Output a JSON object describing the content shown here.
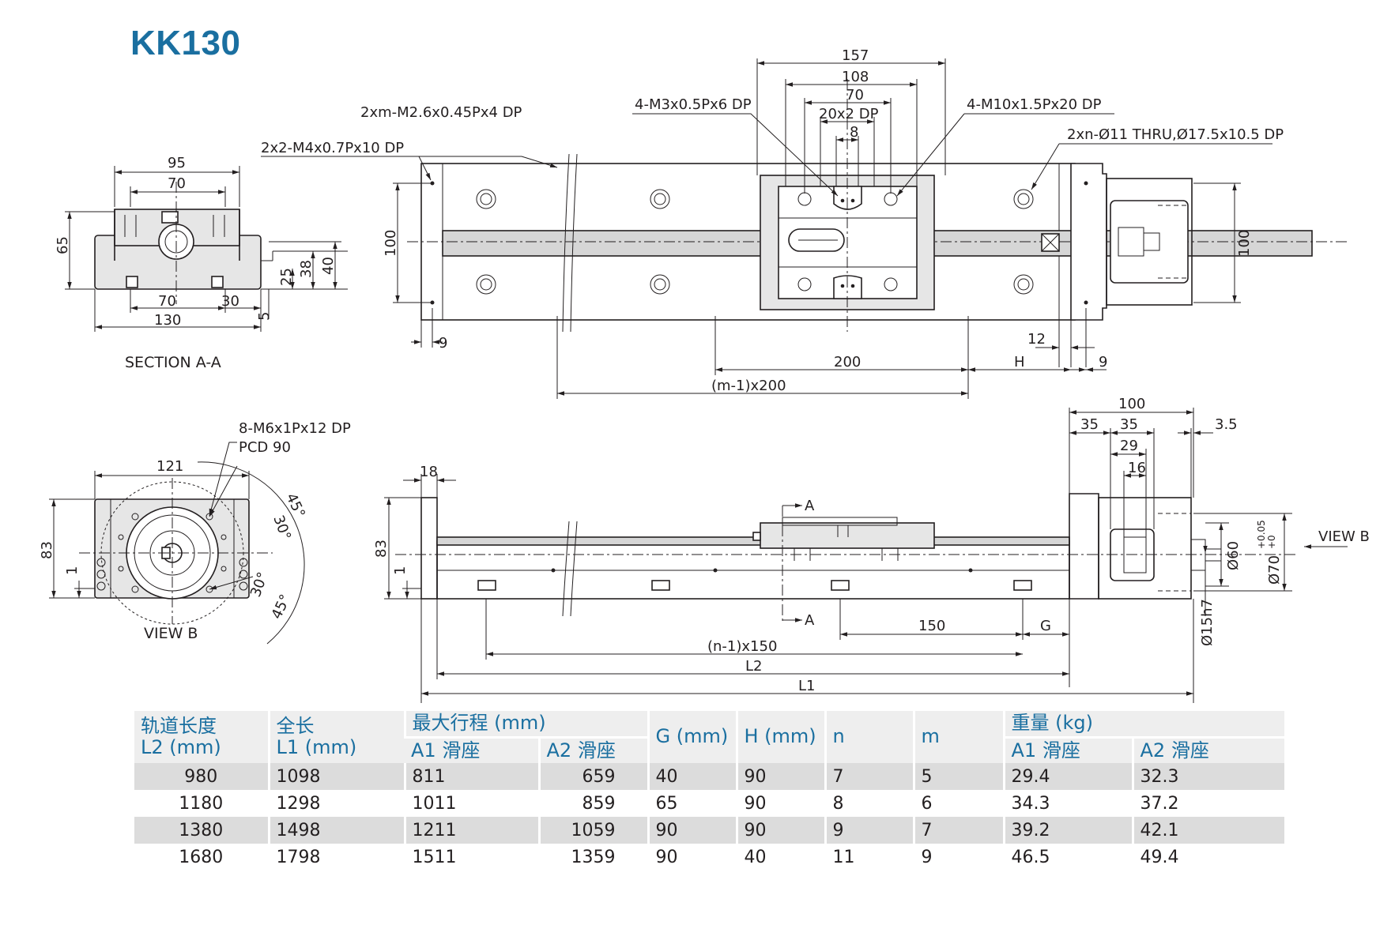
{
  "title": "KK130",
  "drawing": {
    "section_aa": {
      "dims": {
        "w95": "95",
        "w70_top": "70",
        "h65": "65",
        "h25": "25",
        "h38": "38",
        "h40": "40",
        "w70_bot": "70",
        "w30": "30",
        "w130": "130",
        "h5": "5"
      },
      "caption": "SECTION A-A"
    },
    "top_view": {
      "callouts": {
        "m26": "2xm-M2.6x0.45Px4 DP",
        "m4": "2x2-M4x0.7Px10 DP",
        "m3": "4-M3x0.5Px6 DP",
        "m10": "4-M10x1.5Px20 DP",
        "thru": "2xn-Ø11 THRU,Ø17.5x10.5 DP"
      },
      "dims": {
        "d157": "157",
        "d108": "108",
        "d70": "70",
        "d20x2": "20x2 DP",
        "d8": "8",
        "d100_left": "100",
        "d100_right": "100",
        "d9_left": "9",
        "d12": "12",
        "d200": "200",
        "dH": "H",
        "d9_right": "9",
        "dm": "(m-1)x200"
      }
    },
    "view_b": {
      "callouts": {
        "m6": "8-M6x1Px12 DP",
        "pcd": "PCD 90"
      },
      "dims": {
        "d121": "121",
        "d83": "83",
        "d1": "1",
        "a45_top": "45°",
        "a30_top": "30°",
        "a30_bot": "30°",
        "a45_bot": "45°"
      },
      "caption": "VIEW B"
    },
    "side_view": {
      "dims": {
        "d18": "18",
        "d83": "83",
        "d1": "1",
        "sA_top": "A",
        "sA_bot": "A",
        "d150": "150",
        "dG": "G",
        "dn": "(n-1)x150",
        "dL2": "L2",
        "dL1": "L1",
        "d100": "100",
        "d35a": "35",
        "d35b": "35",
        "d3_5": "3.5",
        "d29": "29",
        "d16": "16",
        "d60": "Ø60",
        "d70tol": "Ø70",
        "tol_plus": "+0.05",
        "tol_zero": "+0",
        "d15": "Ø15h7",
        "viewb": "VIEW B"
      }
    }
  },
  "table": {
    "headers": {
      "rail_length": "轨道长度",
      "rail_length_unit": "L2 (mm)",
      "total_length": "全长",
      "total_length_unit": "L1 (mm)",
      "max_stroke": "最大行程 (mm)",
      "a1": "A1 滑座",
      "a2": "A2 滑座",
      "g": "G (mm)",
      "h": "H (mm)",
      "n": "n",
      "m": "m",
      "weight": "重量 (kg)",
      "w_a1": "A1 滑座",
      "w_a2": "A2 滑座"
    },
    "rows": [
      {
        "l2": "980",
        "l1": "1098",
        "a1": "811",
        "a2": "659",
        "g": "40",
        "h": "90",
        "n": "7",
        "m": "5",
        "wa1": "29.4",
        "wa2": "32.3"
      },
      {
        "l2": "1180",
        "l1": "1298",
        "a1": "1011",
        "a2": "859",
        "g": "65",
        "h": "90",
        "n": "8",
        "m": "6",
        "wa1": "34.3",
        "wa2": "37.2"
      },
      {
        "l2": "1380",
        "l1": "1498",
        "a1": "1211",
        "a2": "1059",
        "g": "90",
        "h": "90",
        "n": "9",
        "m": "7",
        "wa1": "39.2",
        "wa2": "42.1"
      },
      {
        "l2": "1680",
        "l1": "1798",
        "a1": "1511",
        "a2": "1359",
        "g": "90",
        "h": "40",
        "n": "11",
        "m": "9",
        "wa1": "46.5",
        "wa2": "49.4"
      }
    ]
  }
}
